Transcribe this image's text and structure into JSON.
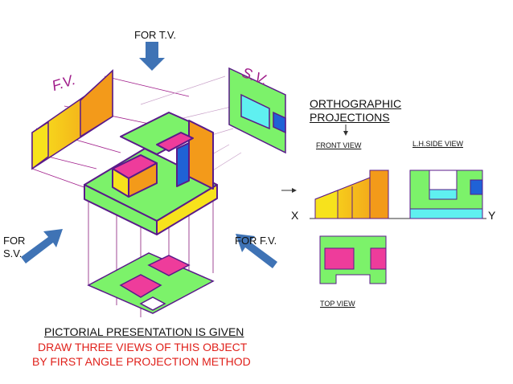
{
  "labels": {
    "for_tv": "FOR T.V.",
    "for_sv_line1": "FOR",
    "for_sv_line2": "S.V.",
    "for_fv": "FOR F.V.",
    "fv_tag": "F.V.",
    "sv_tag": "S.V.",
    "ortho_line1": "ORTHOGRAPHIC",
    "ortho_line2": "PROJECTIONS",
    "front_view": "FRONT VIEW",
    "lh_side_view": "L.H.SIDE VIEW",
    "top_view": "TOP VIEW",
    "axis_x": "X",
    "axis_y": "Y"
  },
  "caption": {
    "line1": "PICTORIAL PRESENTATION IS GIVEN",
    "line2": "DRAW THREE VIEWS OF THIS OBJECT",
    "line3": "BY FIRST ANGLE PROJECTION METHOD"
  },
  "colors": {
    "green": "#7cf26a",
    "yellow": "#f7e21c",
    "orange": "#f39a1a",
    "magenta": "#ee3c9b",
    "cyan": "#5ff0f0",
    "blue": "#1f62d6",
    "purple": "#5a1a8a",
    "arrow_blue": "#3f73b5",
    "caption_red": "#e0211b"
  }
}
